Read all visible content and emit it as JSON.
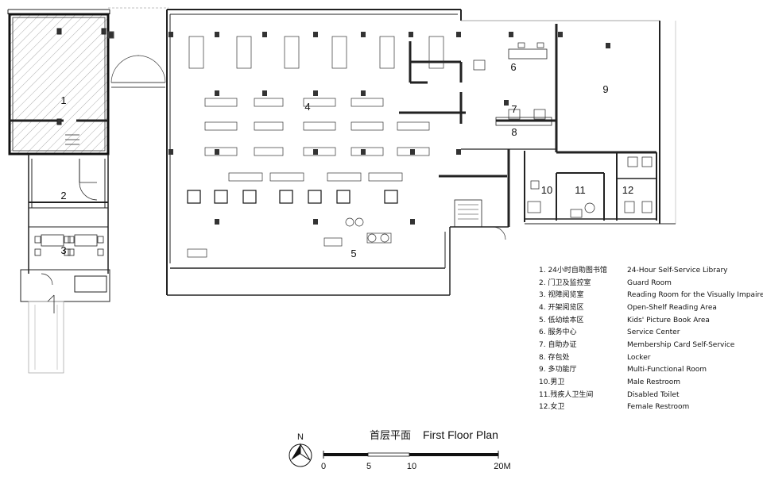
{
  "title": {
    "chinese": "首层平面",
    "english": "First Floor Plan"
  },
  "north_label": "N",
  "rooms": [
    {
      "num": "1"
    },
    {
      "num": "2"
    },
    {
      "num": "3"
    },
    {
      "num": "4"
    },
    {
      "num": "5"
    },
    {
      "num": "6"
    },
    {
      "num": "7"
    },
    {
      "num": "8"
    },
    {
      "num": "9"
    },
    {
      "num": "10"
    },
    {
      "num": "11"
    },
    {
      "num": "12"
    }
  ],
  "legend": [
    {
      "cn": "1. 24小时自助图书馆",
      "en": "24-Hour Self-Service Library"
    },
    {
      "cn": "2. 门卫及监控室",
      "en": "Guard Room"
    },
    {
      "cn": "3. 视障阅览室",
      "en": "Reading Room for the Visually Impaired"
    },
    {
      "cn": "4. 开架阅览区",
      "en": "Open-Shelf Reading Area"
    },
    {
      "cn": "5. 低幼绘本区",
      "en": "Kids' Picture Book Area"
    },
    {
      "cn": "6. 服务中心",
      "en": "Service Center"
    },
    {
      "cn": "7. 自助办证",
      "en": "Membership Card Self-Service"
    },
    {
      "cn": "8. 存包处",
      "en": "Locker"
    },
    {
      "cn": "9. 多功能厅",
      "en": "Multi-Functional Room"
    },
    {
      "cn": "10.男卫",
      "en": "Male Restroom"
    },
    {
      "cn": "11.残疾人卫生间",
      "en": "Disabled Toilet"
    },
    {
      "cn": "12.女卫",
      "en": "Female Restroom"
    }
  ],
  "scale_bar": {
    "labels": [
      "0",
      "5",
      "10",
      "20M"
    ]
  }
}
